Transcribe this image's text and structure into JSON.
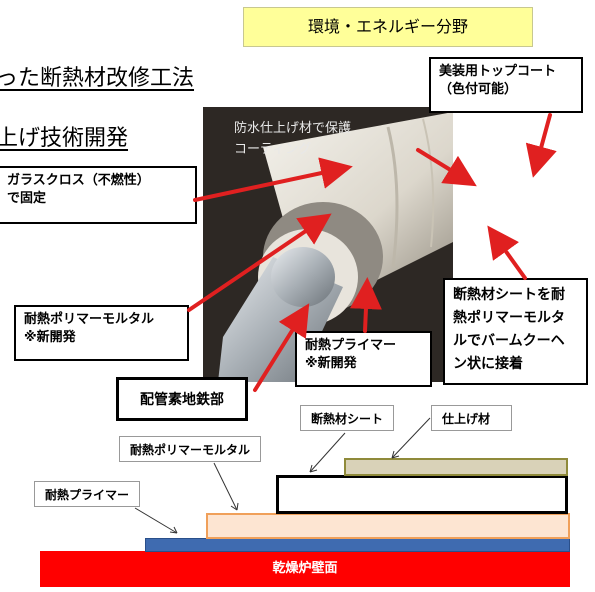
{
  "header": {
    "tag": "環境・エネルギー分野",
    "title_line1": "った断熱材改修工法",
    "title_line2": "上げ技術開発"
  },
  "callouts": {
    "topcoat": "美装用トップコート\n（色付可能）",
    "waterproof": "防水仕上げ材で保護\nコーティング",
    "glasscloth": "ガラスクロス（不燃性）\nで固定",
    "polymer_mortar": "耐熱ポリマーモルタル\n※新開発",
    "primer": "耐熱プライマー\n※新開発",
    "insulation_sheet": "断熱材シートを耐\n熱ポリマーモルタ\nルでバームクーヘ\nン状に接着",
    "pipe_base": "配管素地鉄部"
  },
  "diagram": {
    "label_sheet": "断熱材シート",
    "label_finish": "仕上げ材",
    "label_mortar": "耐熱ポリマーモルタル",
    "label_primer": "耐熱プライマー",
    "label_wall": "乾燥炉壁面"
  },
  "colors": {
    "arrow_red": "#e02020",
    "wall_red": "#ff0000",
    "primer_blue": "#3f6bb0",
    "mortar_orange": "#f0a05a",
    "mortar_fill": "#fde5d2",
    "finish_fill": "#d9d2b8",
    "finish_border": "#8f8a3a",
    "tag_yellow": "#ffff99"
  }
}
